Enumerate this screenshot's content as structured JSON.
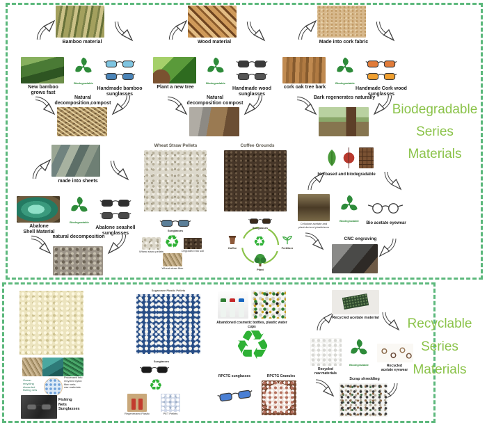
{
  "colors": {
    "border_green": "#5cb87c",
    "title_green": "#8bc34a",
    "logo_green": "#2e8b3a",
    "recycle_green": "#2eb135"
  },
  "logo_label": "Biodegradable",
  "biodegradable": {
    "title": [
      "Biodegradable",
      "Series",
      "Materials"
    ],
    "cycles": {
      "bamboo": {
        "top": "Bamboo material",
        "left": "New bamboo\ngrows fast",
        "right": "Handmade bamboo\nsunglasses",
        "bottom": "Natural\ndecomposition,compost"
      },
      "wood": {
        "top": "Wood material",
        "left": "Plant a new tree",
        "right": "Handmade wood\nsunglasses",
        "bottom": "Natural\ndecomposition compost"
      },
      "cork": {
        "top": "Made into cork fabric",
        "left": "cork oak tree bark",
        "right": "Handmade Cork wood\nsunglasses",
        "bottom": "Bark regenerates naturally"
      },
      "abalone": {
        "top": "made into sheets",
        "left": "Abalone\nShell Material",
        "right": "Abalone seashell\nsunglasses",
        "bottom": "natural decomposition"
      },
      "bioacetate": {
        "top": "bio-based and biodegradable",
        "left": "Cellulose acetate and\nplant-derived plasticizers",
        "right": "Bio acetate eyewear",
        "bottom": "CNC engraving"
      }
    },
    "wheat": {
      "title": "Wheat Straw Pellets",
      "sunglasses": "Sunglasses",
      "small_left": "Wheat straw pellets",
      "small_right": "Degraded into soil",
      "small_bottom": "Wheat straw fiber"
    },
    "coffee": {
      "title": "Coffee Grounds",
      "top": "Sunglasses",
      "right": "Fertilizer",
      "bottom": "Plant",
      "left": "Coffee"
    }
  },
  "recyclable": {
    "title": [
      "Recyclable",
      "Series",
      "Materials"
    ],
    "fishing": {
      "left_text": "Ocean recycling\ndiscarded\nfishing nets",
      "right_text": "Processed into\nrecycled nylon\nfiber nets\nraw materials",
      "label": "Fishing\nNets Sunglasses"
    },
    "sugarcane": {
      "title": "Sugarcane Plastic Pellets",
      "sunglasses": "Sunglasses",
      "small_left": "Regenerated Plastic",
      "small_right": "PET Pellets"
    },
    "rpctg": {
      "caption": "Abandoned cosmetic bottles, plastic water cups",
      "left_label": "RPCTG sunglasses",
      "right_label": "RPCTG Granules"
    },
    "acetate": {
      "top": "Recycled acetate material",
      "left": "Recycled\nraw materials",
      "right": "Recycled\nacetate eyewear",
      "bottom": "Scrap shredding"
    }
  }
}
